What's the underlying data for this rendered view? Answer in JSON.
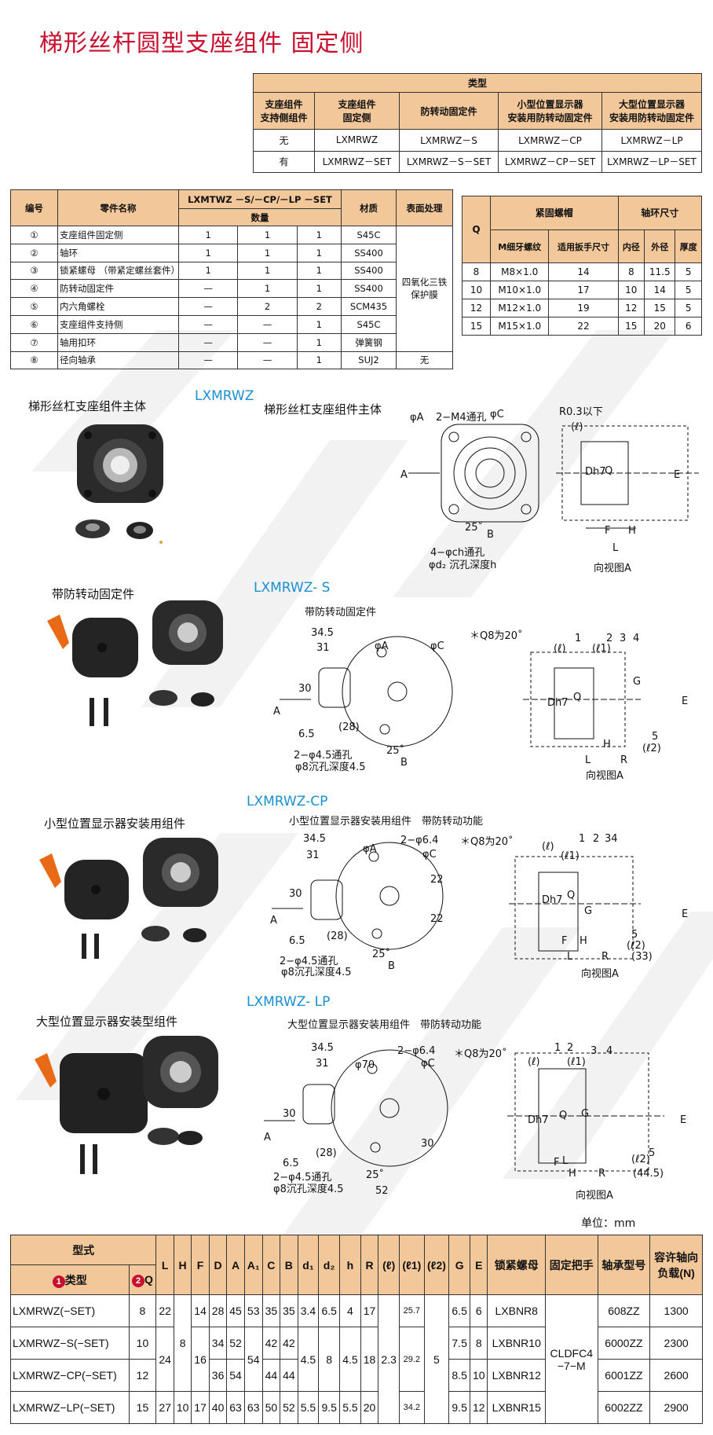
{
  "title": "梯形丝杆圆型支座组件 固定侧",
  "type_table": {
    "top": "类型",
    "headers": [
      "支座组件\n支持侧组件",
      "支座组件\n固定侧",
      "防转动固定件",
      "小型位置显示器\n安装用防转动固定件",
      "大型位置显示器\n安装用防转动固定件"
    ],
    "rows": [
      [
        "无",
        "LXMRWZ",
        "LXMRWZ－S",
        "LXMRWZ－CP",
        "LXMRWZ－LP"
      ],
      [
        "有",
        "LXMRWZ－SET",
        "LXMRWZ－S－SET",
        "LXMRWZ－CP－SET",
        "LXMRWZ－LP－SET"
      ]
    ]
  },
  "parts_table": {
    "h_no": "编号",
    "h_name": "零件名称",
    "h_model": "LXMTWZ －S/－CP/－LP －SET",
    "h_qty": "数量",
    "h_mat": "材质",
    "h_surface": "表面处理",
    "rows": [
      [
        "①",
        "支座组件固定侧",
        "1",
        "1",
        "1",
        "S45C"
      ],
      [
        "②",
        "轴环",
        "1",
        "1",
        "1",
        "SS400"
      ],
      [
        "③",
        "锁紧螺母 （带紧定螺丝套件）",
        "1",
        "1",
        "1",
        "SS400"
      ],
      [
        "④",
        "防转动固定件",
        "—",
        "1",
        "1",
        "SS400"
      ],
      [
        "⑤",
        "内六角螺栓",
        "—",
        "2",
        "2",
        "SCM435"
      ],
      [
        "⑥",
        "支座组件支持侧",
        "—",
        "—",
        "1",
        "S45C"
      ],
      [
        "⑦",
        "轴用扣环",
        "—",
        "—",
        "1",
        "弹簧钢"
      ],
      [
        "⑧",
        "径向轴承",
        "—",
        "—",
        "1",
        "SUJ2"
      ]
    ],
    "surface_treat": "四氧化三铁保护膜",
    "surface_none": "无"
  },
  "nut_table": {
    "h_q": "Q",
    "h_nut": "紧固螺帽",
    "h_collar": "轴环尺寸",
    "sub": [
      "M细牙螺纹",
      "适用扳手尺寸",
      "内径",
      "外径",
      "厚度"
    ],
    "rows": [
      [
        "8",
        "M8×1.0",
        "14",
        "8",
        "11.5",
        "5"
      ],
      [
        "10",
        "M10×1.0",
        "17",
        "10",
        "14",
        "5"
      ],
      [
        "12",
        "M12×1.0",
        "19",
        "12",
        "15",
        "5"
      ],
      [
        "15",
        "M15×1.0",
        "22",
        "15",
        "20",
        "6"
      ]
    ]
  },
  "sections": [
    {
      "photo_caption": "梯形丝杠支座组件主体",
      "model": "LXMRWZ",
      "drawing_caption": "梯形丝杠支座组件主体",
      "note": "",
      "view": "向视图A"
    },
    {
      "photo_caption": "带防转动固定件",
      "model": "LXMRWZ- S",
      "drawing_caption": "带防转动固定件",
      "note": "＊Q8为20˚",
      "view": "向视图A"
    },
    {
      "photo_caption": "小型位置显示器安装用组件",
      "model": "LXMRWZ-CP",
      "drawing_caption": "小型位置显示器安装用组件　带防转动功能",
      "note": "＊Q8为20˚",
      "view": "向视图A"
    },
    {
      "photo_caption": "大型位置显示器安装型组件",
      "model": "LXMRWZ- LP",
      "drawing_caption": "大型位置显示器安装用组件　带防转动功能",
      "note": "＊Q8为20˚",
      "view": "向视图A"
    }
  ],
  "dim_labels": {
    "s1": [
      "φA",
      "2−M4通孔",
      "φC",
      "A",
      "25˚",
      "B",
      "4−φch通孔",
      "φd₂ 沉孔深度h",
      "R0.3以下",
      "(ℓ)",
      "Dh7",
      "Q",
      "E",
      "F",
      "H",
      "L"
    ],
    "s2": [
      "34.5",
      "31",
      "φA",
      "φC",
      "30",
      "6.5",
      "A",
      "(28)",
      "2−φ4.5通孔",
      "φ8沉孔深度4.5",
      "25˚",
      "B",
      "1",
      "(ℓ)",
      "(ℓ1)",
      "2",
      "3",
      "4",
      "G",
      "E",
      "Dh7",
      "Q",
      "5",
      "(ℓ2)",
      "L",
      "H",
      "R"
    ],
    "s3": [
      "34.5",
      "31",
      "φA",
      "2−φ6.4",
      "φC",
      "30",
      "6.5",
      "22",
      "22",
      "A",
      "(28)",
      "2−φ4.5通孔",
      "φ8沉孔深度4.5",
      "25˚",
      "B",
      "1",
      "2",
      "34",
      "(ℓ)",
      "(ℓ1)",
      "G",
      "E",
      "Dh7",
      "Q",
      "5",
      "(ℓ2)",
      "F",
      "H",
      "L",
      "R",
      "(33)"
    ],
    "s4": [
      "34.5",
      "31",
      "φ70",
      "2−φ6.4",
      "φC",
      "30",
      "6.5",
      "30",
      "A",
      "(28)",
      "2−φ4.5通孔",
      "φ8沉孔深度4.5",
      "25˚",
      "52",
      "1",
      "2",
      "3",
      "4",
      "(ℓ)",
      "(ℓ1)",
      "G",
      "E",
      "Dh7",
      "Q",
      "5",
      "(ℓ2)",
      "F",
      "H",
      "L",
      "R",
      "(44.5)"
    ]
  },
  "unit": "单位：mm",
  "spec_table": {
    "h_model": "型式",
    "h_type": "类型",
    "h_q": "Q",
    "badge1": "1",
    "badge2": "2",
    "cols": [
      "L",
      "H",
      "F",
      "D",
      "A",
      "A₁",
      "C",
      "B",
      "d₁",
      "d₂",
      "h",
      "R",
      "(ℓ)",
      "(ℓ1)",
      "(ℓ2)",
      "G",
      "E",
      "锁紧螺母",
      "固定把手",
      "轴承型号",
      "容许轴向\n负载(N)"
    ],
    "models": [
      "LXMRWZ(−SET)",
      "LXMRWZ−S(−SET)",
      "LXMRWZ−CP(−SET)",
      "LXMRWZ−LP(−SET)"
    ],
    "q": [
      "8",
      "10",
      "12",
      "15"
    ],
    "L": [
      "22",
      "24",
      "27"
    ],
    "H": [
      "8",
      "10"
    ],
    "F": [
      "14",
      "16",
      "17"
    ],
    "D": [
      "28",
      "34",
      "36",
      "40"
    ],
    "A": [
      "45",
      "52",
      "54",
      "63"
    ],
    "A1": [
      "53",
      "54",
      "63"
    ],
    "C": [
      "35",
      "42",
      "44",
      "50"
    ],
    "B": [
      "35",
      "42",
      "44",
      "52"
    ],
    "d1": [
      "3.4",
      "4.5",
      "5.5"
    ],
    "d2": [
      "6.5",
      "8",
      "9.5"
    ],
    "h": [
      "4",
      "4.5",
      "5.5"
    ],
    "R": [
      "17",
      "18",
      "20"
    ],
    "l": "2.3",
    "l1": [
      "25.7",
      "29.2",
      "34.2"
    ],
    "l2": "5",
    "G": [
      "6.5",
      "7.5",
      "8.5",
      "9.5"
    ],
    "E": [
      "6",
      "8",
      "10",
      "12"
    ],
    "nut": [
      "LXBNR8",
      "LXBNR10",
      "LXBNR12",
      "LXBNR15"
    ],
    "handle": "CLDFC4\n−7−M",
    "bearing": [
      "608ZZ",
      "6000ZZ",
      "6001ZZ",
      "6002ZZ"
    ],
    "load": [
      "1300",
      "2300",
      "2600",
      "2900"
    ]
  }
}
